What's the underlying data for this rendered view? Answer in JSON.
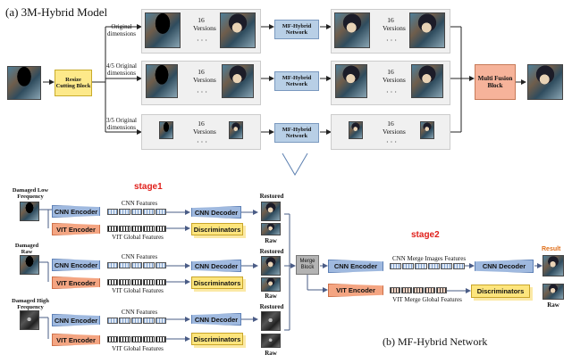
{
  "top": {
    "title": "(a) 3M-Hybrid Model",
    "resize_block": "Resize Cutting Block",
    "branches": [
      {
        "dimension_label": "Original dimensions",
        "versions": "16 Versions",
        "network": "MF-Hybrid Network"
      },
      {
        "dimension_label": "4/5 Original dimensions",
        "versions": "16 Versions",
        "network": "MF-Hybrid Network"
      },
      {
        "dimension_label": "3/5 Original dimensions",
        "versions": "16 Versions",
        "network": "MF-Hybrid Network"
      }
    ],
    "multi_fusion": "Multi Fusion Block",
    "dots": "· · ·"
  },
  "bottom": {
    "caption": "(b) MF-Hybrid Network",
    "stage1": "stage1",
    "stage2": "stage2",
    "rows": [
      {
        "input_label": "Damaged Low Frequency",
        "cnn_encoder": "CNN Encoder",
        "vit_encoder": "VIT Encoder",
        "cnn_features": "CNN Features",
        "vit_features": "VIT Global Features",
        "cnn_decoder": "CNN Decoder",
        "discriminators": "Discriminators",
        "restored": "Restored",
        "raw": "Raw"
      },
      {
        "input_label": "Damaged Raw",
        "cnn_encoder": "CNN Encoder",
        "vit_encoder": "VIT Encoder",
        "cnn_features": "CNN Features",
        "vit_features": "VIT Global Features",
        "cnn_decoder": "CNN Decoder",
        "discriminators": "Discriminators",
        "restored": "Restored",
        "raw": "Raw"
      },
      {
        "input_label": "Damaged High Frequency",
        "cnn_encoder": "CNN Encoder",
        "vit_encoder": "VIT Encoder",
        "cnn_features": "CNN Features",
        "vit_features": "VIT Global Features",
        "cnn_decoder": "CNN Decoder",
        "discriminators": "Discriminators",
        "restored": "Restored",
        "raw": "Raw"
      }
    ],
    "stage2_block": {
      "merge_block": "Merge Block",
      "cnn_encoder": "CNN Encoder",
      "vit_encoder": "VIT Encoder",
      "cnn_merge_features": "CNN Merge Images Features",
      "vit_merge_features": "VIT Merge Global Features",
      "cnn_decoder": "CNN Decoder",
      "discriminators": "Discriminators",
      "result": "Result",
      "raw": "Raw"
    },
    "dots": "· · ·"
  },
  "colors": {
    "stage_title": "#e0201b",
    "result_label": "#e0701b",
    "panel_bg": "#eaf0f8",
    "panel_border": "#5b7fb0",
    "top_panel_bg": "#f7f7f7"
  }
}
